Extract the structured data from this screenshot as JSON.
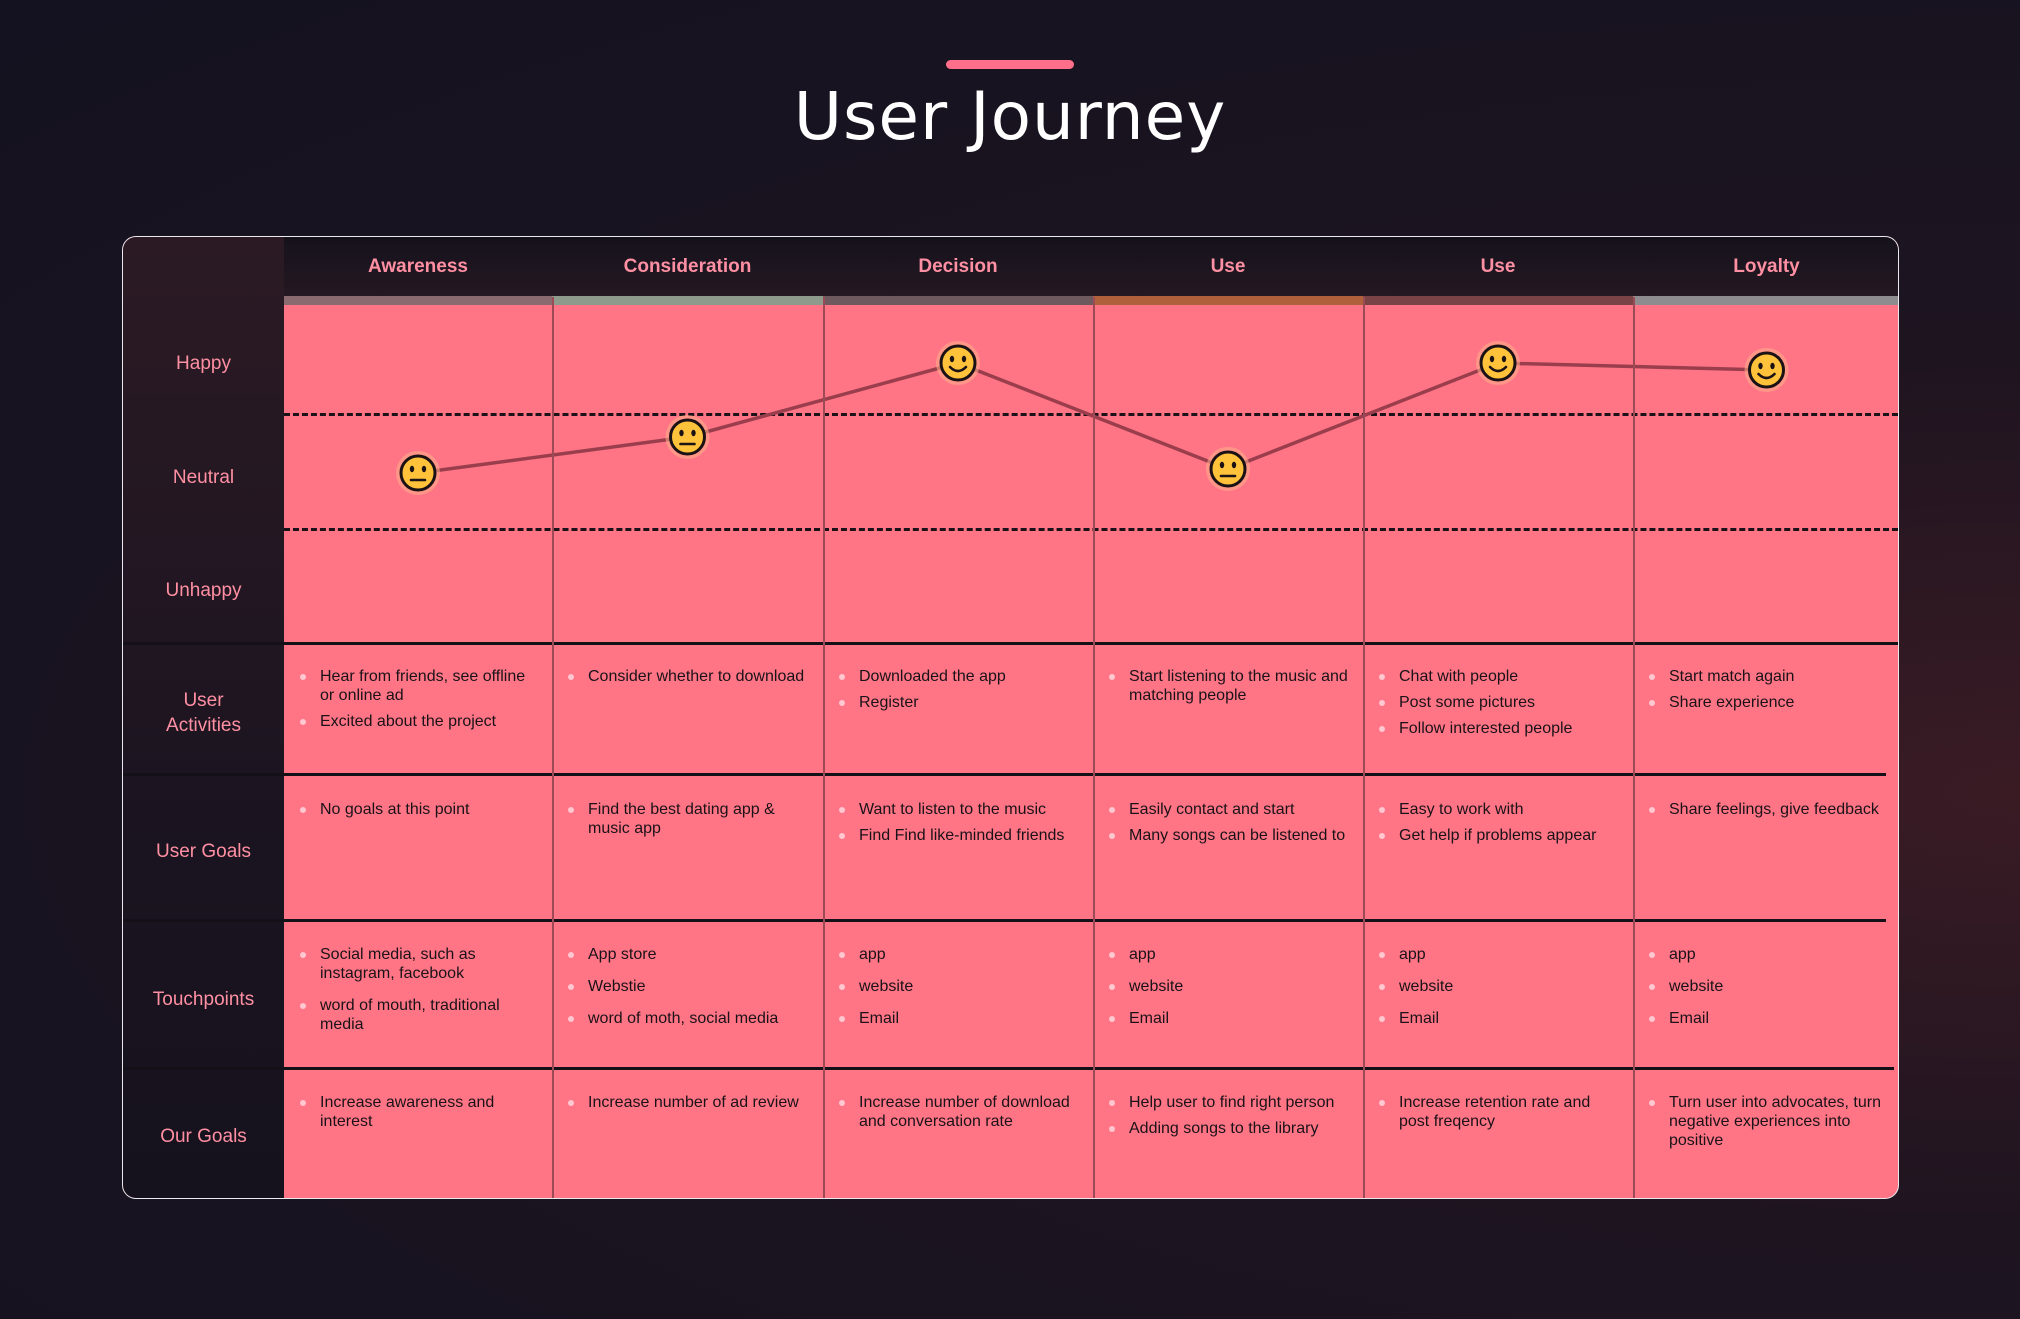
{
  "title": "User Journey",
  "colors": {
    "accent": "#ff6f8a",
    "cell_bg": "#ff7585",
    "label_text": "#ff8fa2",
    "line": "#9a3d4c",
    "face": "#ffc23a"
  },
  "stages": [
    {
      "label": "Awareness",
      "strip_color": "#8a6a6e"
    },
    {
      "label": "Consideration",
      "strip_color": "#8e9a8c"
    },
    {
      "label": "Decision",
      "strip_color": "#6e5a5e"
    },
    {
      "label": "Use",
      "strip_color": "#b0603a"
    },
    {
      "label": "Use",
      "strip_color": "#7a4446"
    },
    {
      "label": "Loyalty",
      "strip_color": "#8e8c8e"
    }
  ],
  "row_labels": {
    "happy": "Happy",
    "neutral": "Neutral",
    "unhappy": "Unhappy",
    "activities": "User Activities",
    "goals": "User Goals",
    "touchpoints": "Touchpoints",
    "our_goals": "Our Goals"
  },
  "emotion_curve": [
    {
      "stage": "Awareness",
      "level": "Neutral",
      "face": "neutral-face-icon"
    },
    {
      "stage": "Consideration",
      "level": "Neutral",
      "face": "neutral-face-icon"
    },
    {
      "stage": "Decision",
      "level": "Happy",
      "face": "smile-face-icon"
    },
    {
      "stage": "Use",
      "level": "Neutral",
      "face": "neutral-face-icon"
    },
    {
      "stage": "Use",
      "level": "Happy",
      "face": "smile-face-icon"
    },
    {
      "stage": "Loyalty",
      "level": "Happy",
      "face": "smile-face-icon"
    }
  ],
  "rows": {
    "activities": [
      [
        "Hear from friends, see offline or online ad",
        "Excited about the project"
      ],
      [
        "Consider whether to download"
      ],
      [
        "Downloaded the app",
        "Register"
      ],
      [
        "Start listening to the music and matching people"
      ],
      [
        "Chat with people",
        "Post some pictures",
        "Follow interested people"
      ],
      [
        "Start match again",
        "Share experience"
      ]
    ],
    "goals": [
      [
        "No goals at this point"
      ],
      [
        "Find the best dating app & music app"
      ],
      [
        "Want to listen to the music",
        "Find Find like-minded friends"
      ],
      [
        "Easily contact and start",
        "Many songs can be listened to"
      ],
      [
        "Easy to work with",
        "Get help if problems appear"
      ],
      [
        "Share feelings, give feedback"
      ]
    ],
    "touchpoints": [
      [
        "Social media, such as instagram, facebook",
        "word of mouth, traditional media"
      ],
      [
        "App store",
        "Webstie",
        "word of moth, social media"
      ],
      [
        "app",
        "website",
        "Email"
      ],
      [
        "app",
        "website",
        "Email"
      ],
      [
        "app",
        "website",
        "Email"
      ],
      [
        "app",
        "website",
        "Email"
      ]
    ],
    "our_goals": [
      [
        "Increase awareness and interest"
      ],
      [
        "Increase number of ad review"
      ],
      [
        "Increase number of download and conversation rate"
      ],
      [
        "Help user to find right person",
        "Adding songs to the library"
      ],
      [
        "Increase retention rate and post freqency"
      ],
      [
        "Turn user into advocates, turn negative experiences into positive"
      ]
    ]
  }
}
